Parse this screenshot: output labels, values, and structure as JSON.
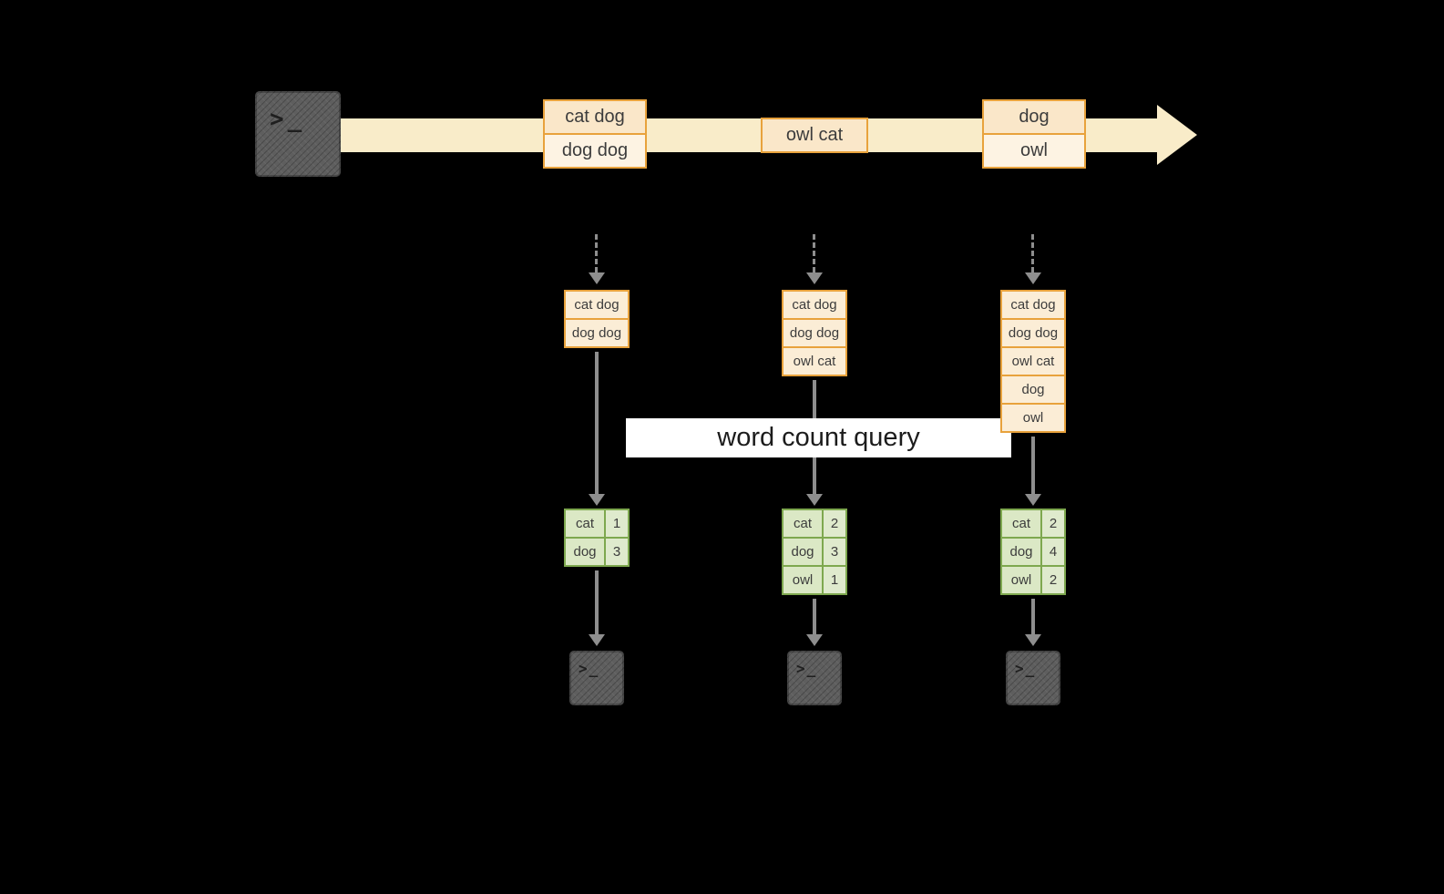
{
  "glyphs": {
    "terminal_prompt": ">_"
  },
  "stream": {
    "events": [
      {
        "cells": [
          "cat dog",
          "dog dog"
        ]
      },
      {
        "cells": [
          "owl cat"
        ]
      },
      {
        "cells": [
          "dog",
          "owl"
        ]
      }
    ]
  },
  "banner": {
    "label": "word count query"
  },
  "columns": [
    {
      "buffer": [
        "cat dog",
        "dog dog"
      ],
      "table": [
        {
          "word": "cat",
          "count": "1"
        },
        {
          "word": "dog",
          "count": "3"
        }
      ]
    },
    {
      "buffer": [
        "cat dog",
        "dog dog",
        "owl cat"
      ],
      "table": [
        {
          "word": "cat",
          "count": "2"
        },
        {
          "word": "dog",
          "count": "3"
        },
        {
          "word": "owl",
          "count": "1"
        }
      ]
    },
    {
      "buffer": [
        "cat dog",
        "dog dog",
        "owl cat",
        "dog",
        "owl"
      ],
      "table": [
        {
          "word": "cat",
          "count": "2"
        },
        {
          "word": "dog",
          "count": "4"
        },
        {
          "word": "owl",
          "count": "2"
        }
      ]
    }
  ],
  "colors": {
    "background": "#000000",
    "stream_fill": "#F9ECC9",
    "event_border": "#E8A23C",
    "event_fill_dark": "#FAE7C9",
    "event_fill_light": "#FDF3E3",
    "buffer_fill": "#FBEDD6",
    "table_border": "#7EA84F",
    "table_fill": "#DBE8C5",
    "arrow": "#8E8E8E",
    "terminal_fill": "#5E5E5E",
    "banner_background": "#FFFFFF",
    "banner_text": "#1C1C1C"
  }
}
